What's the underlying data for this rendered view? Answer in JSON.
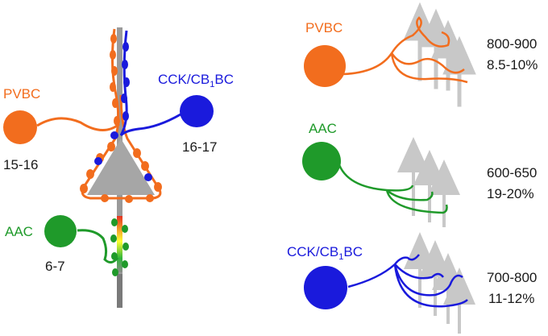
{
  "colors": {
    "pvbc": "#f26d1e",
    "aac": "#1f9a2a",
    "cck": "#1a1adc",
    "soma": "#a6a6a6",
    "target": "#c8c8c8",
    "axis": "#8c8c8c"
  },
  "left_panel": {
    "pvbc": {
      "label": "PVBC",
      "count": "15-16"
    },
    "cck": {
      "label_main": "CCK/CB",
      "label_sub": "1",
      "label_tail": "BC",
      "count": "16-17"
    },
    "aac": {
      "label": "AAC",
      "count": "6-7"
    }
  },
  "right_panel": {
    "pvbc": {
      "label": "PVBC",
      "cells": "800-900",
      "percent": "8.5-10%"
    },
    "aac": {
      "label": "AAC",
      "cells": "600-650",
      "percent": "19-20%"
    },
    "cck": {
      "label_main": "CCK/CB",
      "label_sub": "1",
      "label_tail": "BC",
      "cells": "700-800",
      "percent": "11-12%"
    }
  }
}
